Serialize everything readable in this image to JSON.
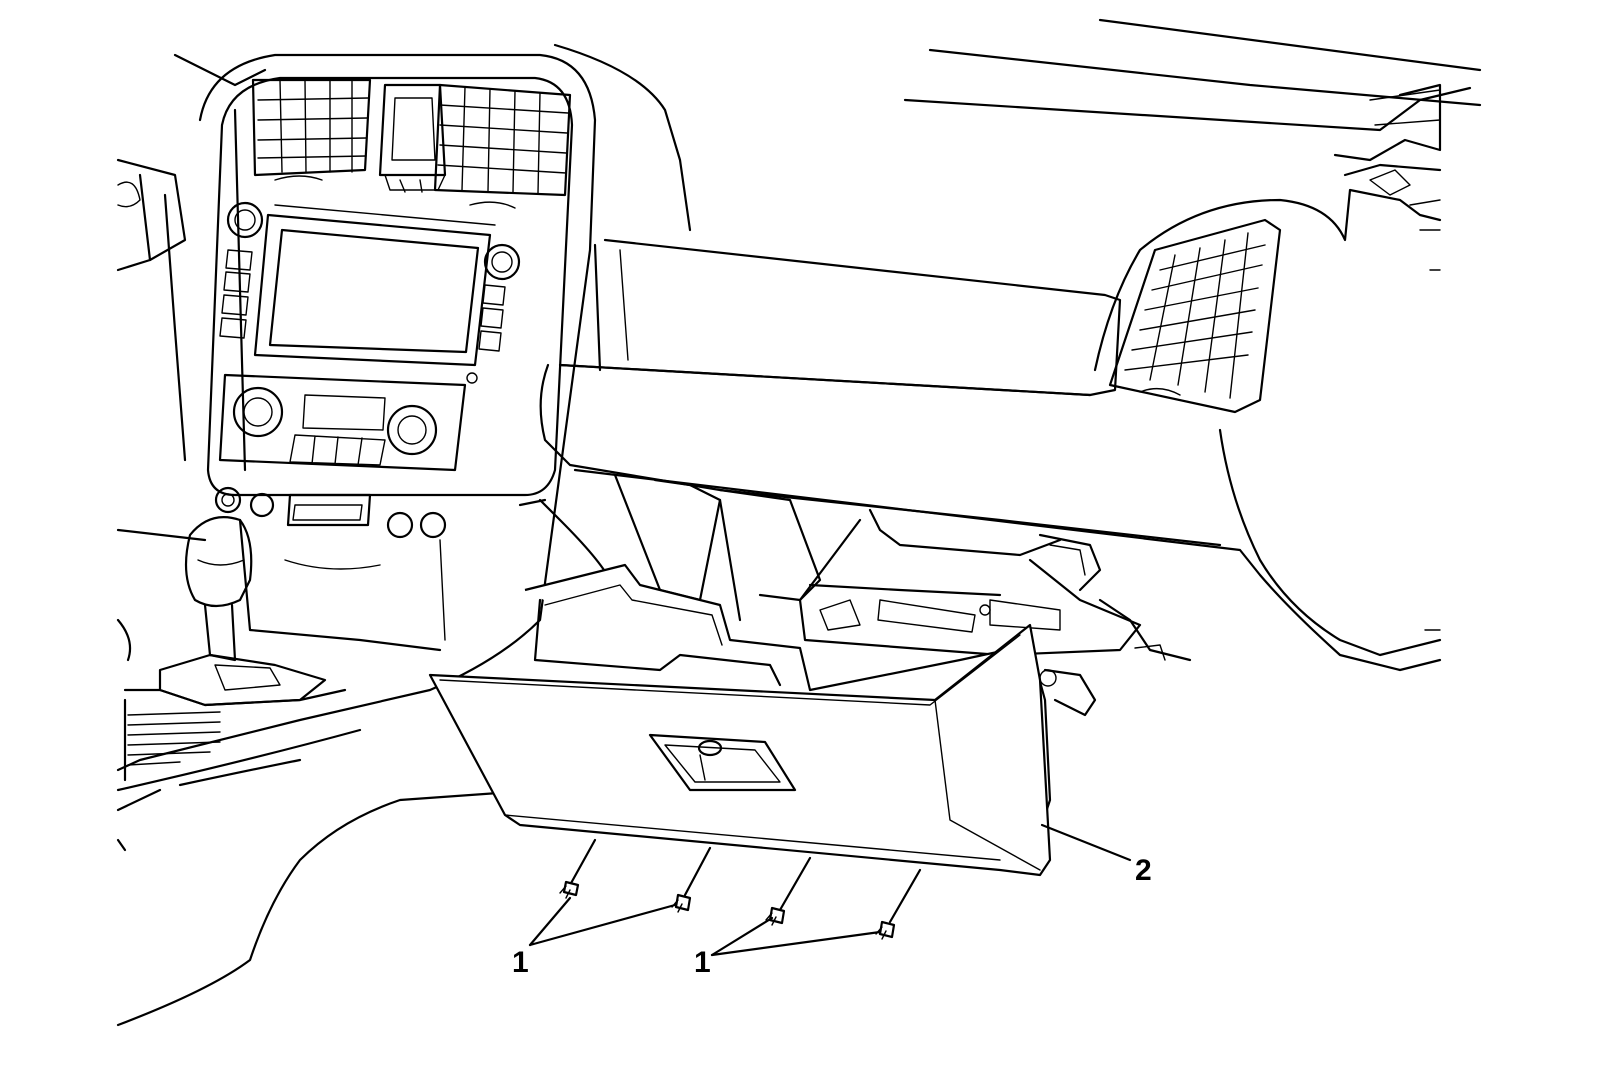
{
  "callouts": [
    {
      "id": "fastener-group-left",
      "label": "1"
    },
    {
      "id": "fastener-group-right",
      "label": "1"
    },
    {
      "id": "glove-box",
      "label": "2"
    }
  ],
  "colors": {
    "line": "#000000",
    "background": "#ffffff"
  }
}
